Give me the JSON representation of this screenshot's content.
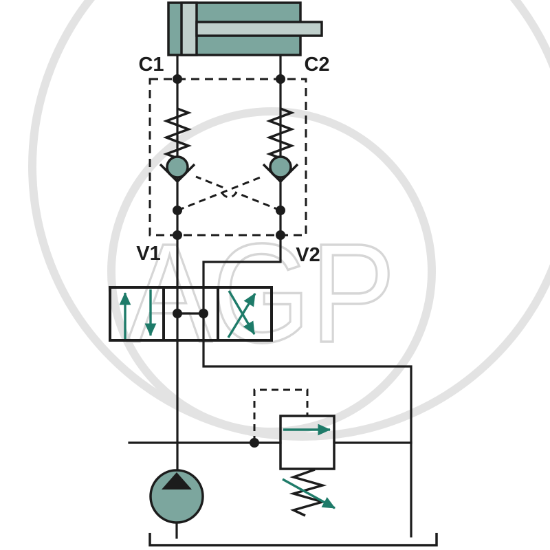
{
  "diagram": {
    "port_labels": {
      "c1": "C1",
      "c2": "C2",
      "v1": "V1",
      "v2": "V2"
    },
    "watermark": {
      "text": "AGP"
    },
    "colors": {
      "line": "#1C1C1C",
      "component_fill": "#7CA69E",
      "component_fill_light": "#BFCFCB",
      "arrow_green": "#1E7B69",
      "watermark_gray": "#D6D6D6",
      "watermark_ring_gray": "#E3E3E3",
      "background": "#FFFFFF"
    },
    "symbols": [
      {
        "name": "double-acting-cylinder"
      },
      {
        "name": "pilot-operated-check-valve-left"
      },
      {
        "name": "pilot-operated-check-valve-right"
      },
      {
        "name": "directional-control-valve"
      },
      {
        "name": "pressure-relief-valve"
      },
      {
        "name": "hydraulic-pump"
      },
      {
        "name": "reservoir-tank"
      }
    ]
  }
}
